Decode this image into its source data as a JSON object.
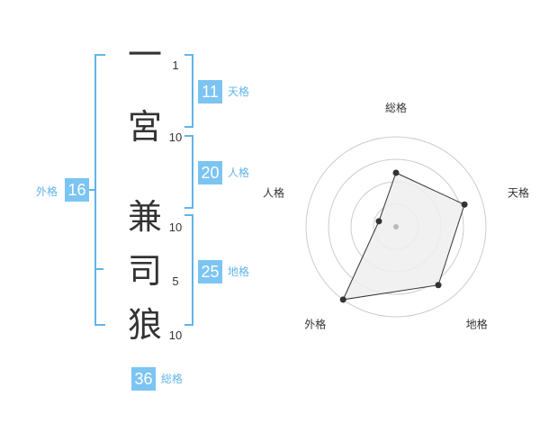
{
  "name": {
    "characters": [
      {
        "char": "一",
        "strokes": "1"
      },
      {
        "char": "宮",
        "strokes": "10"
      },
      {
        "char": "兼",
        "strokes": "10"
      },
      {
        "char": "司",
        "strokes": "5"
      },
      {
        "char": "狼",
        "strokes": "10"
      }
    ]
  },
  "fortune": {
    "tenkaku": {
      "value": "11",
      "label": "天格"
    },
    "jinkaku": {
      "value": "20",
      "label": "人格"
    },
    "chikaku": {
      "value": "25",
      "label": "地格"
    },
    "gaikaku": {
      "value": "16",
      "label": "外格"
    },
    "soukaku": {
      "value": "36",
      "label": "総格"
    }
  },
  "colors": {
    "accent": "#7cc4f2",
    "bracket": "#63b4e8",
    "text": "#333333",
    "grid": "#cccccc",
    "fill": "#eeeeee"
  },
  "chart_data": {
    "type": "radar",
    "axes": [
      "総格",
      "天格",
      "地格",
      "外格",
      "人格"
    ],
    "series": [
      {
        "values": [
          3,
          4,
          4,
          5,
          1
        ]
      }
    ],
    "range": [
      0,
      5
    ],
    "rings": 4
  }
}
